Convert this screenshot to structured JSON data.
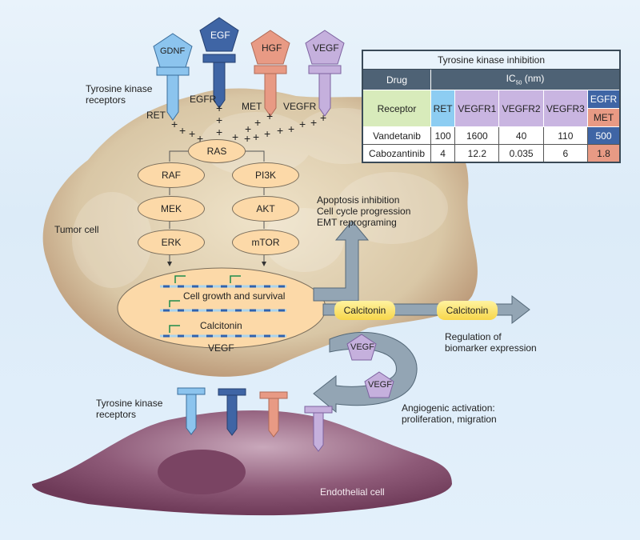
{
  "figure": {
    "tumor_cell_label": "Tumor cell",
    "endothelial_cell_label": "Endothelial cell",
    "tk_receptors_label_top": [
      "Tyrosine kinase",
      "receptors"
    ],
    "tk_receptors_label_bottom": [
      "Tyrosine kinase",
      "receptors"
    ],
    "ligands": [
      {
        "name": "GDNF",
        "color": "#8cc4ee"
      },
      {
        "name": "EGF",
        "color": "#3f65a5"
      },
      {
        "name": "HGF",
        "color": "#e89a84"
      },
      {
        "name": "VEGF",
        "color": "#c5b0dd"
      }
    ],
    "receptors": [
      "RET",
      "EGFR",
      "MET",
      "VEGFR"
    ],
    "pathway_hub": "RAS",
    "pathway_left": [
      "RAF",
      "MEK",
      "ERK"
    ],
    "pathway_right": [
      "PI3K",
      "AKT",
      "mTOR"
    ],
    "nucleus_texts": [
      "Cell growth and survival",
      "Calcitonin",
      "VEGF"
    ],
    "outcomes": [
      "Apoptosis inhibition",
      "Cell cycle progression",
      "EMT reprograming"
    ],
    "calcitonin_pills": [
      "Calcitonin",
      "Calcitonin"
    ],
    "biomarker_label": [
      "Regulation of",
      "biomarker expression"
    ],
    "vegf_secreted": [
      "VEGF",
      "VEGF"
    ],
    "angiogenic_label": [
      "Angiogenic activation:",
      "proliferation, migration"
    ]
  },
  "table": {
    "title": "Tyrosine kinase inhibition",
    "drug_header": "Drug",
    "ic50_header": "IC",
    "ic50_sub": "50",
    "ic50_unit": " (nm)",
    "receptor_label": "Receptor",
    "columns": [
      "RET",
      "VEGFR1",
      "VEGFR2",
      "VEGFR3",
      "EGFR",
      "MET"
    ],
    "rows": [
      {
        "drug": "Vandetanib",
        "values": [
          "100",
          "1600",
          "40",
          "110",
          "500"
        ]
      },
      {
        "drug": "Cabozantinib",
        "values": [
          "4",
          "12.2",
          "0.035",
          "6",
          "1.8"
        ]
      }
    ]
  }
}
